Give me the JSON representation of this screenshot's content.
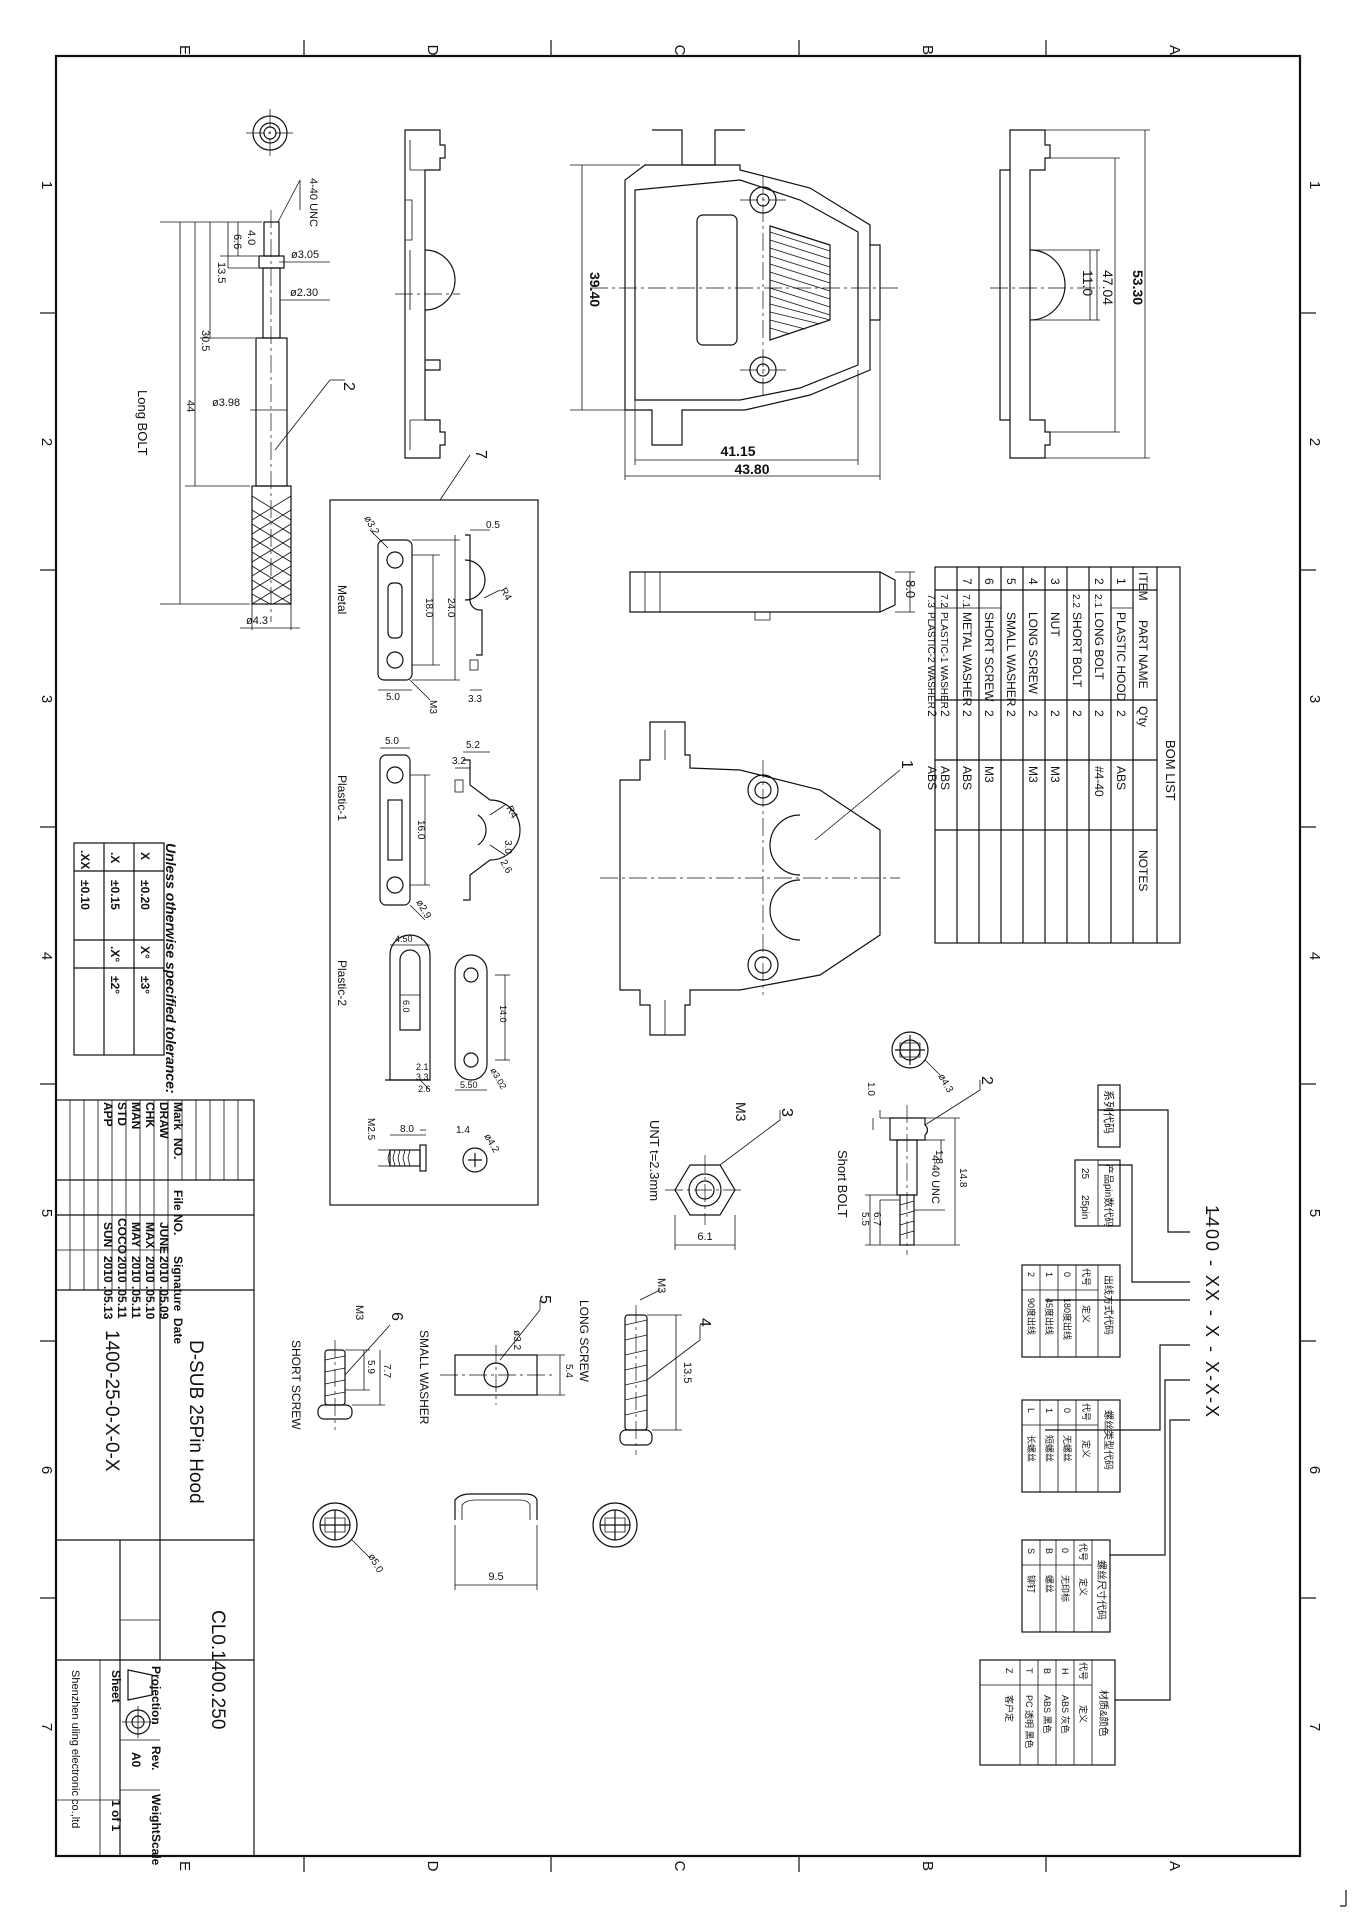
{
  "border": {
    "top_letters": [
      "E",
      "D",
      "C",
      "B",
      "A"
    ],
    "bottom_letters": [
      "E",
      "D",
      "C",
      "B",
      "A"
    ],
    "left_numbers": [
      "1",
      "2",
      "3",
      "4",
      "5",
      "6",
      "7"
    ],
    "right_numbers": [
      "1",
      "2",
      "3",
      "4",
      "5",
      "6",
      "7"
    ]
  },
  "dimensions": {
    "d_39_40": "39.40",
    "d_41_15": "41.15",
    "d_43_80": "43.80",
    "d_47_04": "47.04",
    "d_53_30": "53.30",
    "d_11_0": "11.0",
    "d_8_0": "8.0",
    "bolt_440": "4-40 UNC",
    "bolt_4_0": "4.0",
    "bolt_6_6": "6.6",
    "bolt_13_5": "13.5",
    "bolt_30_5": "30.5",
    "bolt_44": "44",
    "bolt_d305": "ø3.05",
    "bolt_d230": "ø2.30",
    "bolt_d398": "ø3.98",
    "bolt_d43": "ø4.3",
    "long_bolt": "Long BOLT",
    "short_bolt": "Short BOLT",
    "short_440": "4-40 UNC",
    "short_14_8": "14.8",
    "short_1_8": "1.8",
    "short_1_0": "1.0",
    "short_6_7": "6.7",
    "short_5_5": "5.5",
    "short_d43": "ø4.3",
    "nut_m3": "M3",
    "nut_t": "UNT t=2.3mm",
    "nut_6_1": "6.1",
    "ls_m3": "M3",
    "ls_13_5": "13.5",
    "ls_label": "LONG SCREW",
    "sw_d32": "ø3.2",
    "sw_5_4": "5.4",
    "sw_label": "SMALL WASHER",
    "ss_m3": "M3",
    "ss_5_9": "5.9",
    "ss_7_7": "7.7",
    "ss_label": "SHORT SCREW",
    "ss_d5": "ø5.0",
    "w_9_5": "9.5"
  },
  "balloons": [
    "1",
    "2",
    "3",
    "4",
    "5",
    "6",
    "7"
  ],
  "washers": {
    "metal": "Metal",
    "plastic1": "Plastic-1",
    "plastic2": "Plastic-2",
    "m_d32": "ø3.2",
    "m_0_5": "0.5",
    "m_24_0": "24.0",
    "m_18_0": "18.0",
    "m_r4": "R4",
    "m_m3": "M3",
    "m_5_0": "5.0",
    "m_3_3": "3.3",
    "p1_5_0": "5.0",
    "p1_5_2": "5.2",
    "p1_3_2": "3.2",
    "p1_16_0": "16.0",
    "p1_r4": "R4",
    "p1_3_0": "3.0",
    "p1_2_6": "2.6",
    "p1_d29": "ø2.9",
    "p2_4_50": "4.50",
    "p2_6_0": "6.0",
    "p2_14_0": "14.0",
    "p2_2_1": "2.1",
    "p2_3_3": "3.3",
    "p2_2_6": "2.6",
    "p2_5_50": "5.50",
    "p2_d302": "ø3.02",
    "scr_8_0": "8.0",
    "scr_1_4": "1.4",
    "scr_m25": "M2.5",
    "scr_d42": "ø4.2"
  },
  "bom": {
    "title": "BOM LIST",
    "headers": [
      "ITEM",
      "PART NAME",
      "Q'ty",
      "NOTES"
    ],
    "rows": [
      [
        "1",
        "",
        "PLASTIC HOOD",
        "2",
        "ABS"
      ],
      [
        "2",
        "2.1",
        "LONG BOLT",
        "2",
        "#4-40"
      ],
      [
        "",
        "2.2",
        "SHORT BOLT",
        "2",
        ""
      ],
      [
        "3",
        "",
        "NUT",
        "2",
        "M3"
      ],
      [
        "4",
        "",
        "LONG SCREW",
        "2",
        "M3"
      ],
      [
        "5",
        "",
        "SMALL WASHER",
        "2",
        ""
      ],
      [
        "6",
        "",
        "SHORT SCREW",
        "2",
        "M3"
      ],
      [
        "7",
        "7.1",
        "METAL WASHER",
        "2",
        "ABS"
      ],
      [
        "",
        "7.2",
        "PLASTIC-1 WASHER",
        "2",
        "ABS"
      ],
      [
        "",
        "7.3",
        "PLASTIC-2 WASHER",
        "2",
        "ABS"
      ]
    ]
  },
  "tolerance": {
    "title": "Unless otherwise specified tolerance:",
    "rows": [
      [
        "X",
        "±0.20",
        "X°",
        "±3°"
      ],
      [
        ".X",
        "±0.15",
        ".X°",
        "±2°"
      ],
      [
        ".XX",
        "±0.10",
        "",
        ""
      ]
    ]
  },
  "title_block": {
    "col_headers": [
      "Mark",
      "NO.",
      "File NO.",
      "Signature",
      "Date"
    ],
    "rows": [
      [
        "DRAW",
        "",
        "JUNE",
        "2010 .05.09"
      ],
      [
        "CHK",
        "",
        "MAX",
        "2010 .05.10"
      ],
      [
        "MAN",
        "",
        "MAY",
        "2010 .05.11"
      ],
      [
        "STD",
        "",
        "COCO",
        "2010 .05.11"
      ],
      [
        "APP",
        "",
        "SUN",
        "2010 .05.13"
      ]
    ],
    "product": "D-SUB 25Pin Hood",
    "part_no": "1400-25-0-X-0-X",
    "drawing_no": "CL0.1400.250",
    "projection": "Projection",
    "rev_label": "Rev.",
    "rev": "A0",
    "weight": "Weight",
    "scale": "Scale",
    "sheet_label": "Sheet",
    "sheet": "1 of 1",
    "company": "Shenzhen uling electronic co.,ltd"
  },
  "code": {
    "main": "1400 - XX - X - X-X-X",
    "series_title": "系列代码",
    "pin_title": "产品pin数代码",
    "pin_rows": [
      [
        "25",
        "25pin"
      ]
    ],
    "outlet_title": "出线方式代码",
    "outlet_head": [
      "代号",
      "定义"
    ],
    "outlet_rows": [
      [
        "0",
        "180度出线"
      ],
      [
        "1",
        "45度出线"
      ],
      [
        "2",
        "90度出线"
      ]
    ],
    "nut_title": "螺丝类型代码",
    "nut_head": [
      "代号",
      "定义"
    ],
    "nut_rows": [
      [
        "0",
        "无螺丝"
      ],
      [
        "1",
        "短螺丝"
      ],
      [
        "L",
        "长螺丝"
      ]
    ],
    "color_title": "螺丝尺寸代码",
    "color_head": [
      "代号",
      "定义"
    ],
    "color_rows": [
      [
        "0",
        "无印标"
      ],
      [
        "B",
        "螺丝"
      ],
      [
        "S",
        "铆钉"
      ]
    ],
    "mat_title": "材质&颜色",
    "mat_head": [
      "代号",
      "定义"
    ],
    "mat_rows": [
      [
        "H",
        "ABS 灰色"
      ],
      [
        "B",
        "ABS 黑色"
      ],
      [
        "T",
        "PC 透明 黑色"
      ],
      [
        "Z",
        "客户定"
      ]
    ]
  }
}
